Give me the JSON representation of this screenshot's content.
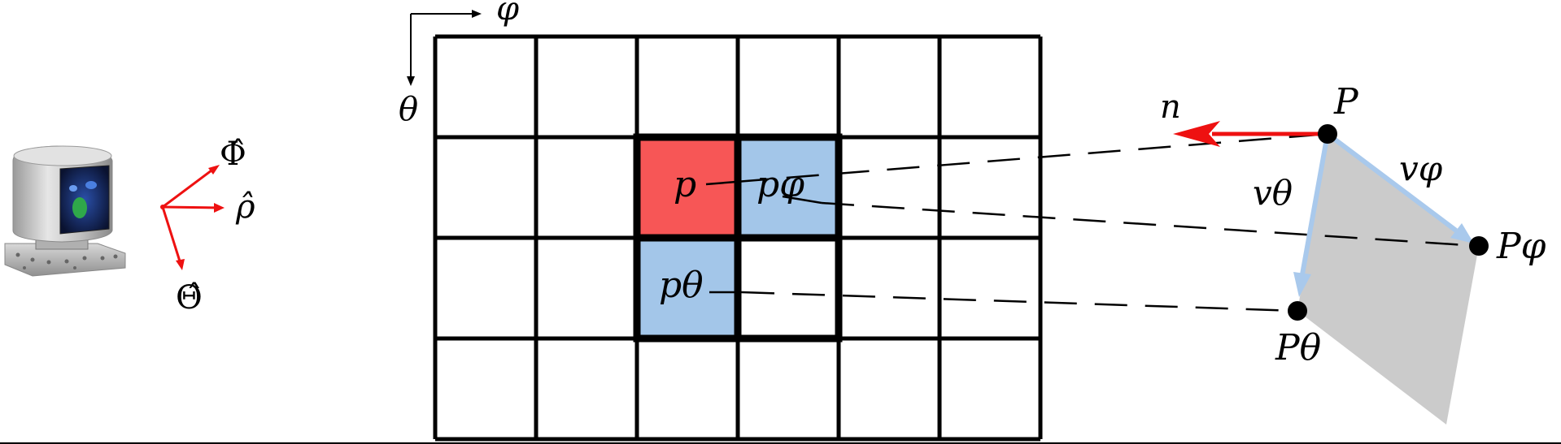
{
  "figure": {
    "sensor_axes": {
      "phi_hat": "Φ̂",
      "rho_hat": "ρ̂",
      "theta_hat": "Θ̂"
    },
    "grid": {
      "rows": 4,
      "cols": 6,
      "axis_horizontal": "φ",
      "axis_vertical": "θ",
      "cells": {
        "p": "p",
        "p_phi": "pφ",
        "p_theta": "pθ"
      }
    },
    "surface": {
      "normal": "n",
      "point_p": "P",
      "point_p_phi": "Pφ",
      "point_p_theta": "Pθ",
      "vector_theta": "vθ",
      "vector_phi": "vφ"
    },
    "colors": {
      "red_cell": "#f75656",
      "blue_cell": "#a3c6e9",
      "arrow_red": "#ee1111",
      "arrow_blue": "#a9c9ec",
      "surface_gray": "#cbcbcb",
      "line": "#000000"
    }
  }
}
